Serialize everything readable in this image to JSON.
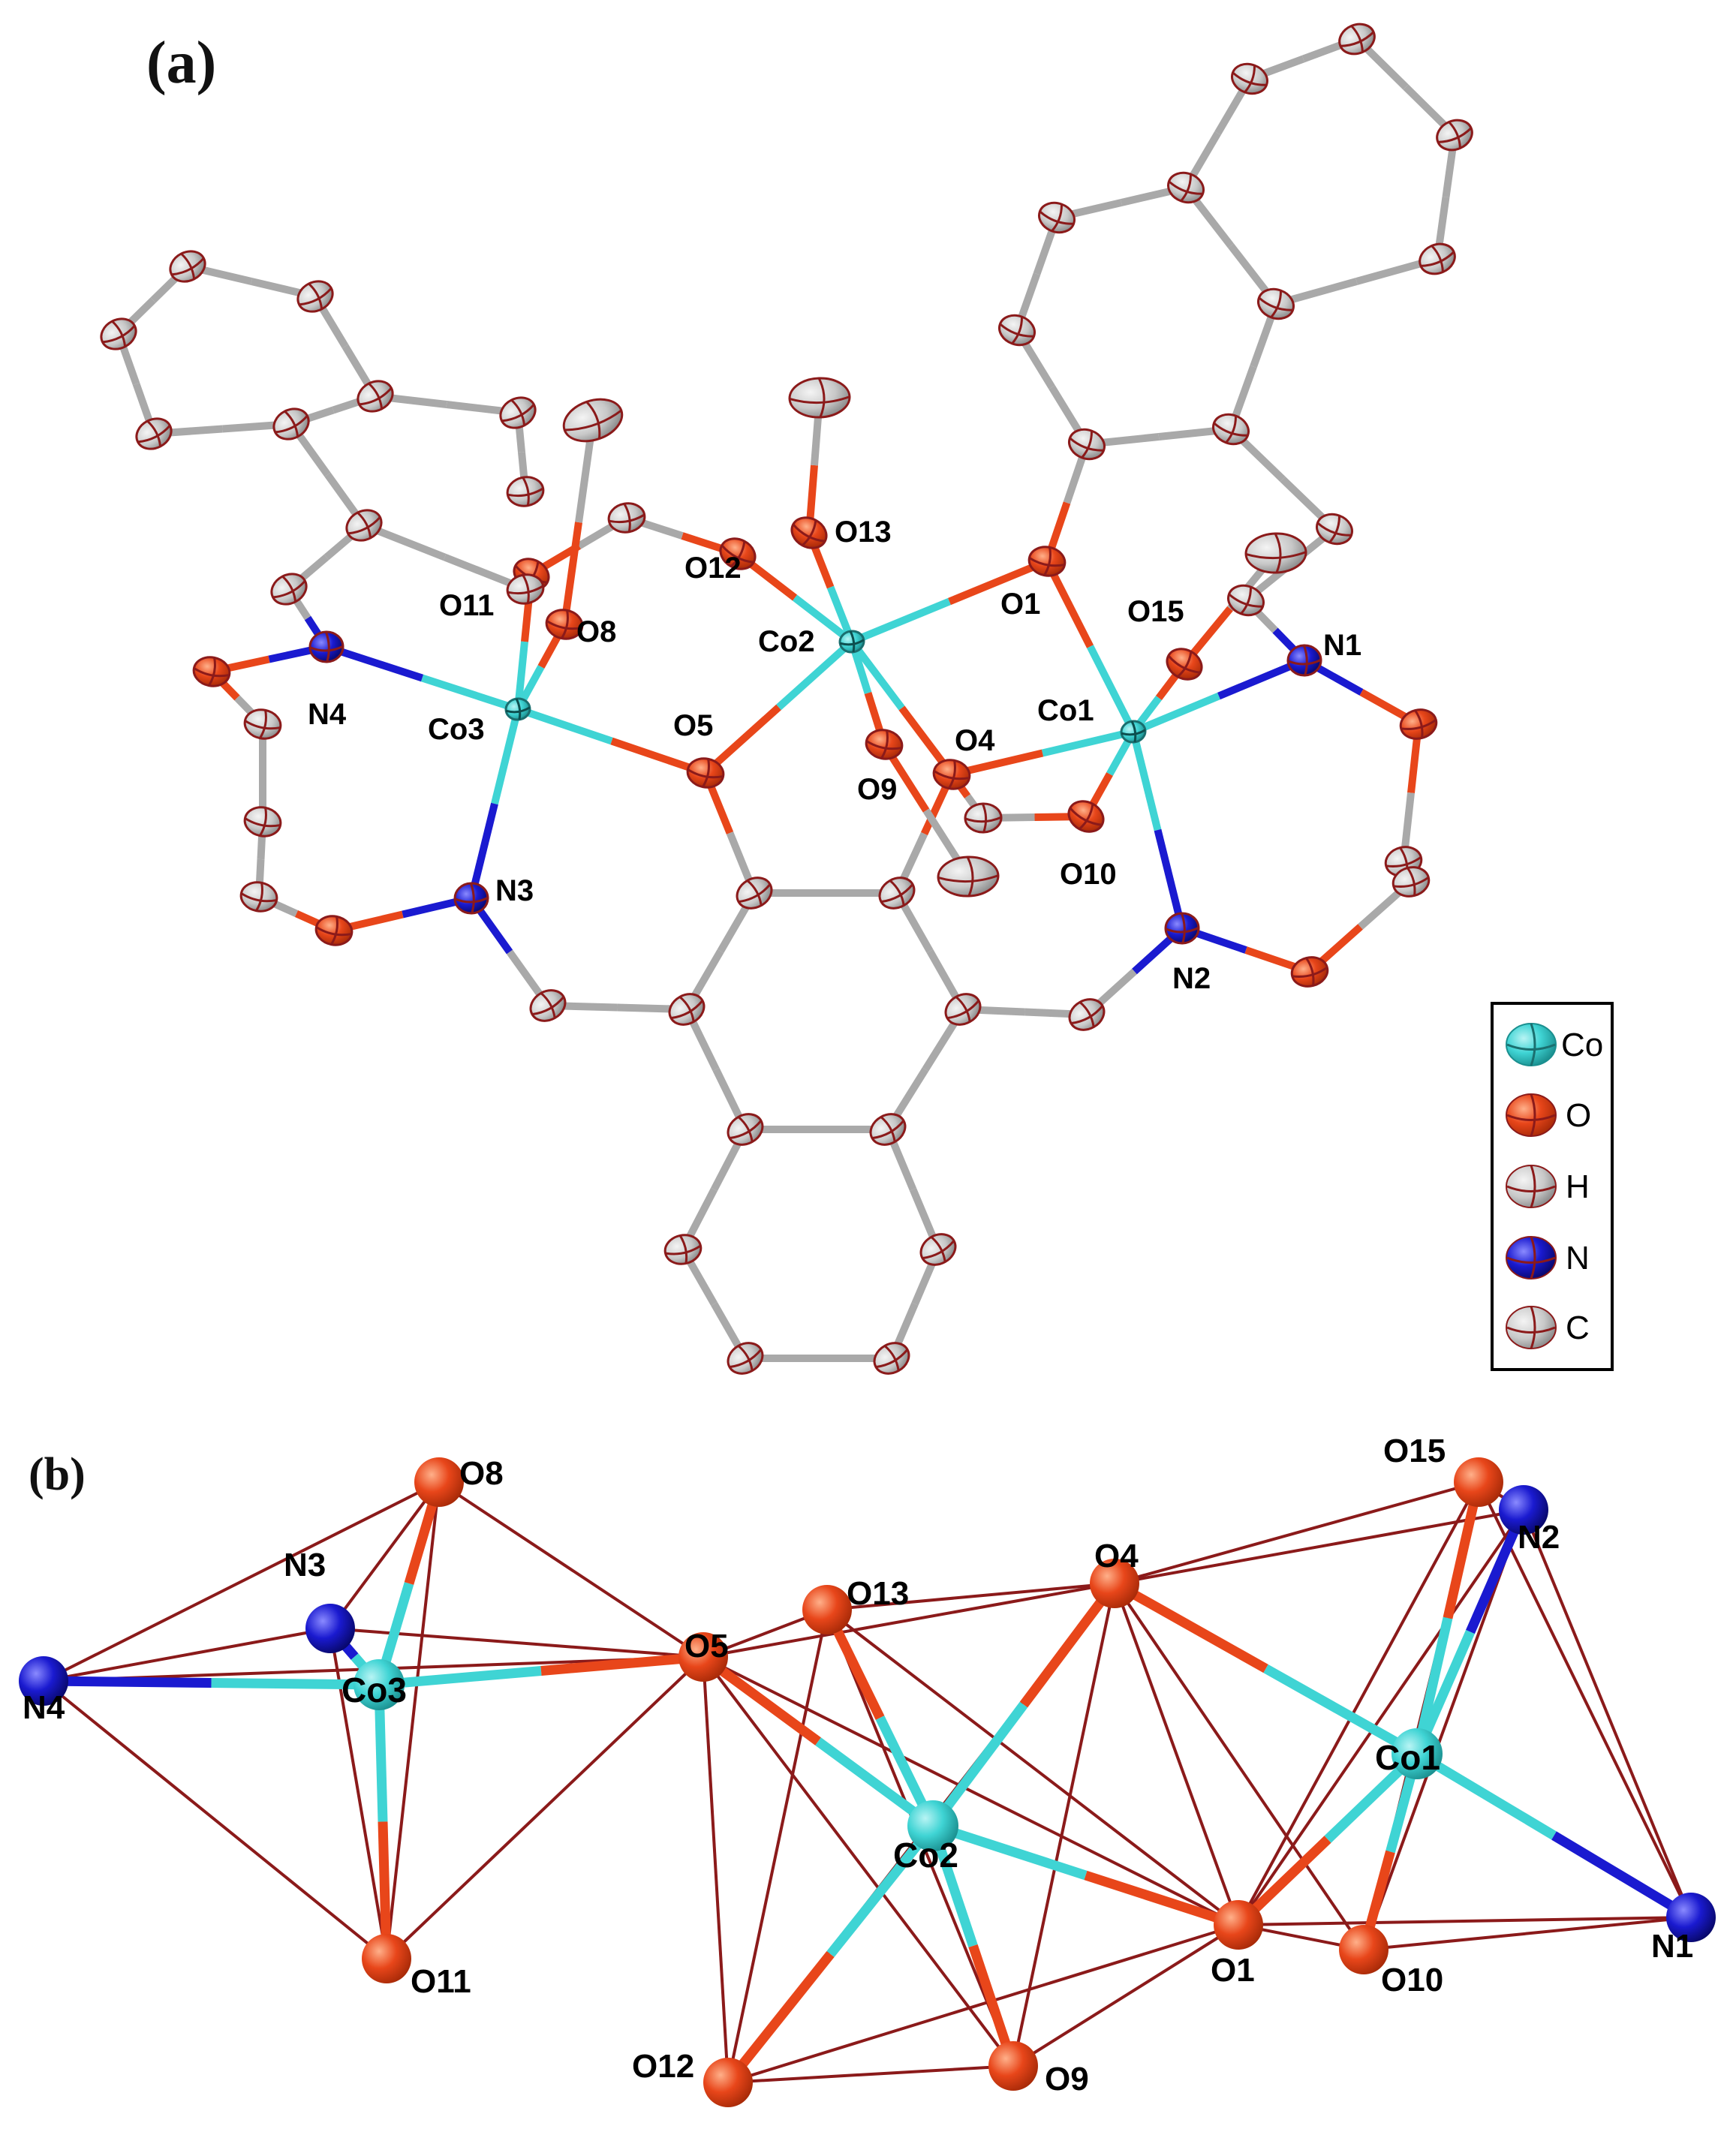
{
  "panels": {
    "a": {
      "label": "(a)"
    },
    "b": {
      "label": "(b)"
    }
  },
  "colors": {
    "Co": "#3fd4d4",
    "O": "#e8461a",
    "H": "#c8c8c8",
    "C": "#c8c8c8",
    "N": "#1a1ad0",
    "ellipse_outline": "#8b1a1a",
    "bond_gray": "#a9a9a9",
    "polyhedron_edge": "#8b1a1a"
  },
  "legend": {
    "items": [
      {
        "element": "Co",
        "label": "Co"
      },
      {
        "element": "O",
        "label": "O"
      },
      {
        "element": "H",
        "label": "H"
      },
      {
        "element": "N",
        "label": "N"
      },
      {
        "element": "C",
        "label": "C"
      }
    ]
  },
  "panel_a_labels": [
    "O11",
    "O8",
    "O12",
    "O13",
    "Co2",
    "O1",
    "O15",
    "N1",
    "N4",
    "Co3",
    "O5",
    "O4",
    "Co1",
    "O9",
    "O10",
    "N3",
    "N2"
  ],
  "panel_b_labels": [
    "O8",
    "O15",
    "N2",
    "N3",
    "O4",
    "O13",
    "O5",
    "N4",
    "Co3",
    "Co1",
    "Co2",
    "O11",
    "O1",
    "O10",
    "N1",
    "O12",
    "O9"
  ]
}
